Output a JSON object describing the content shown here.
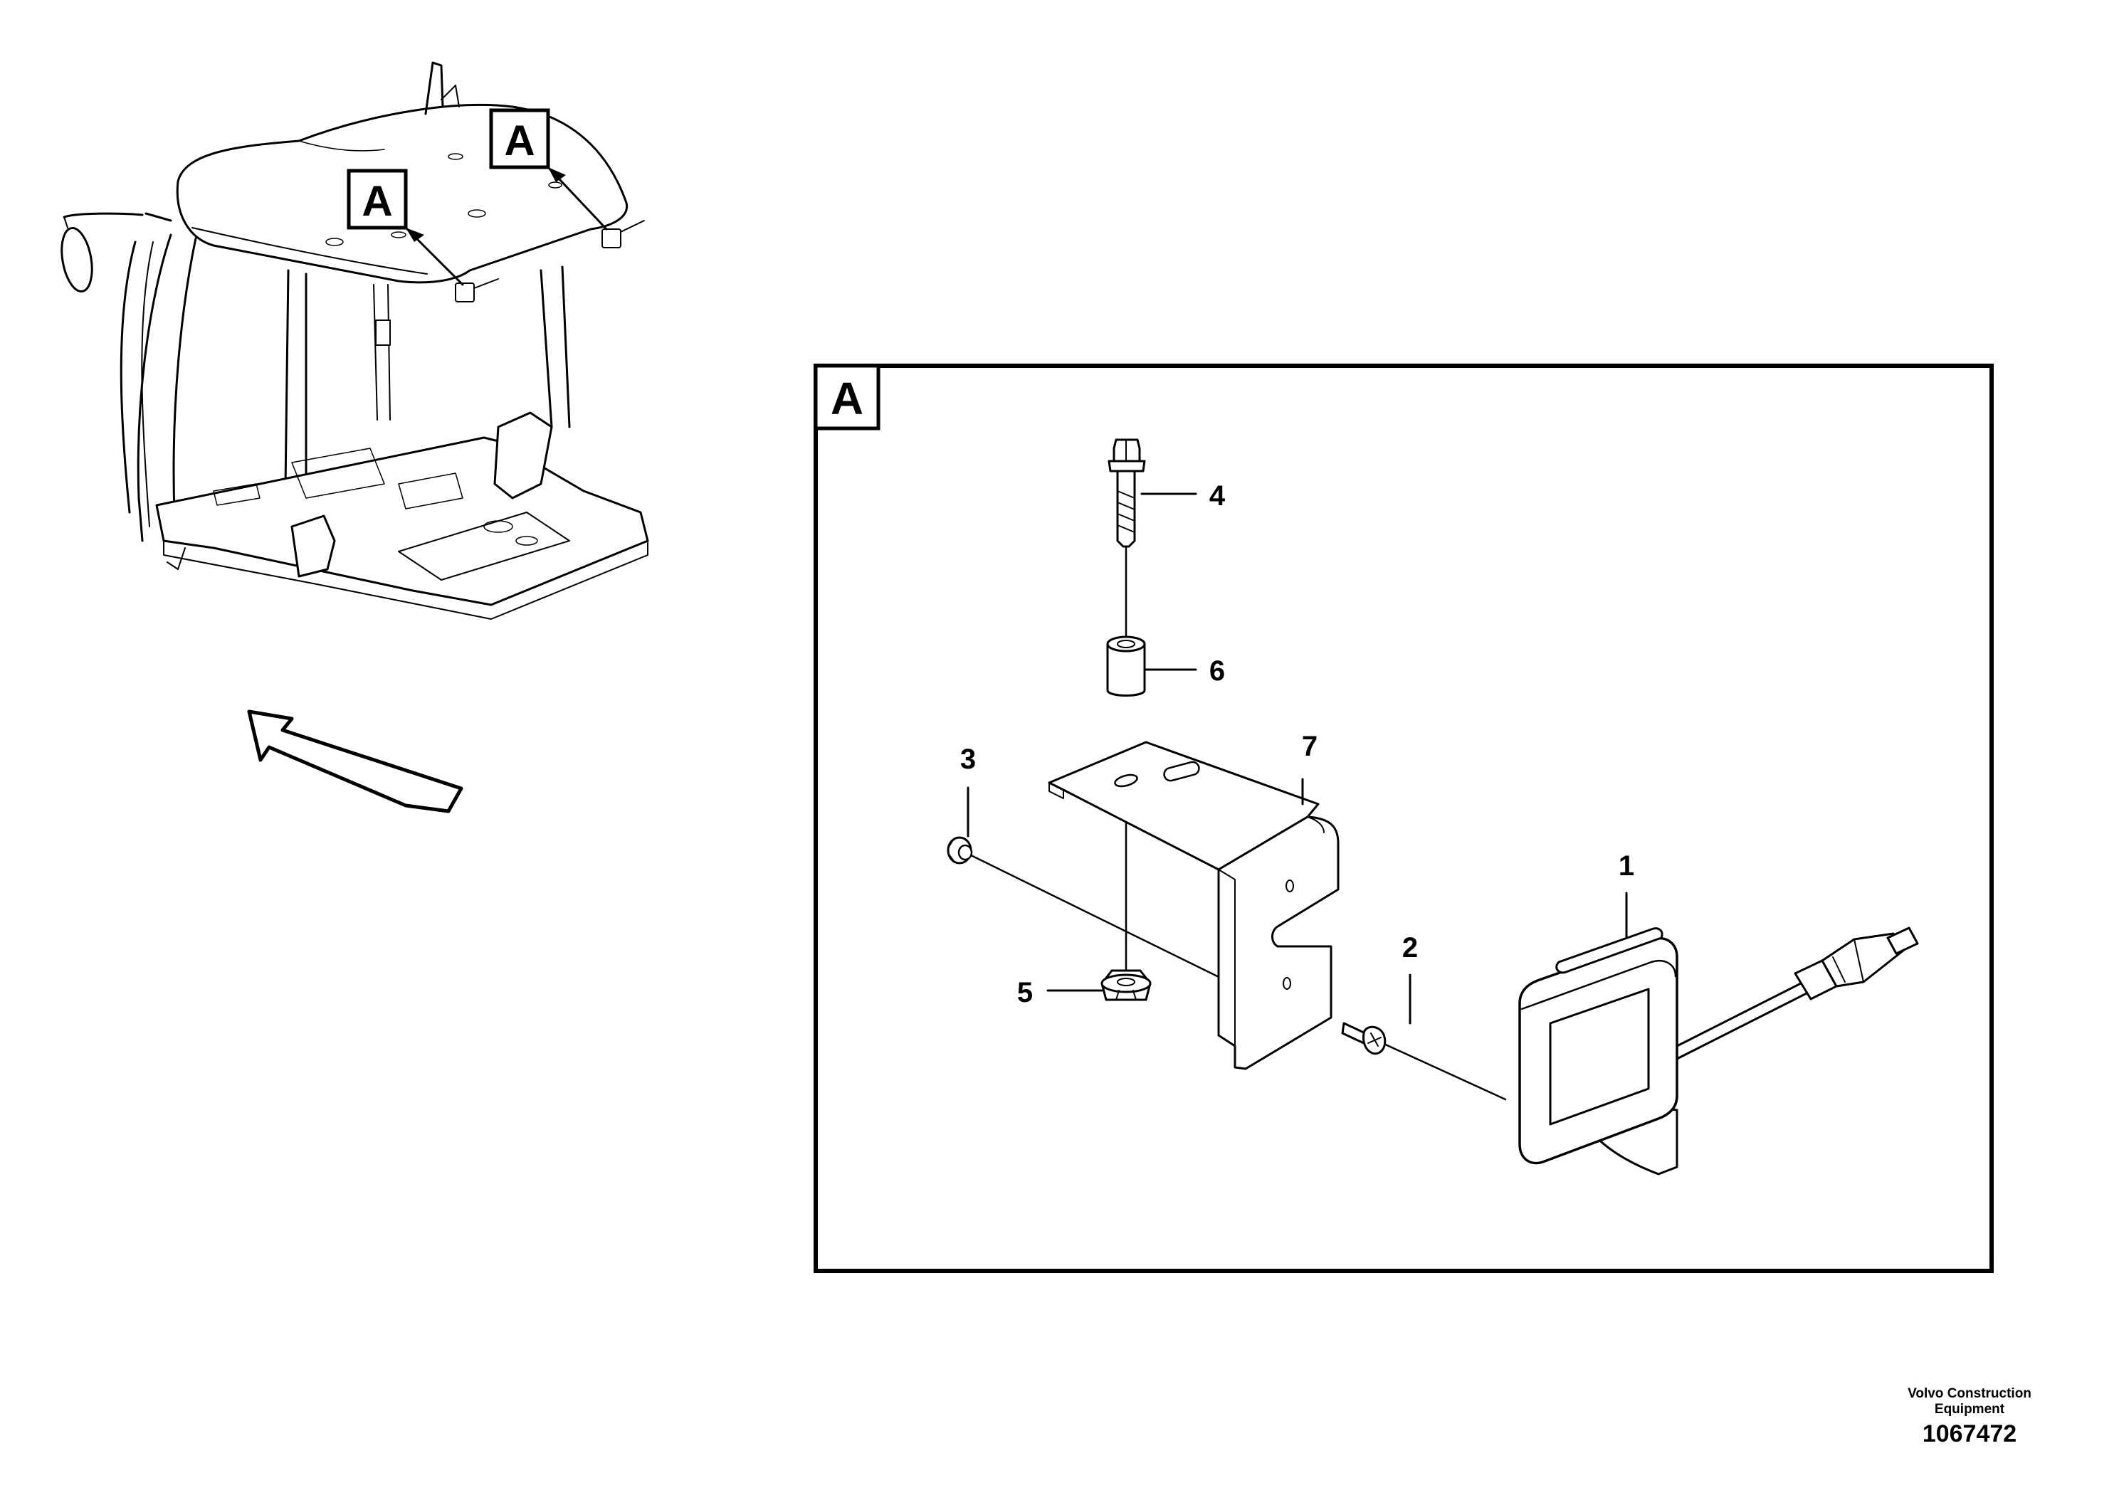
{
  "callouts": {
    "view_letter": "A"
  },
  "detail": {
    "frame_letter": "A"
  },
  "parts": [
    {
      "number": "1",
      "name": "work-lamp"
    },
    {
      "number": "2",
      "name": "screw"
    },
    {
      "number": "3",
      "name": "washer"
    },
    {
      "number": "4",
      "name": "bolt"
    },
    {
      "number": "5",
      "name": "flange-nut"
    },
    {
      "number": "6",
      "name": "spacer"
    },
    {
      "number": "7",
      "name": "bracket"
    }
  ],
  "footer": {
    "brand": "Volvo Construction Equipment",
    "drawing_number": "1067472"
  }
}
